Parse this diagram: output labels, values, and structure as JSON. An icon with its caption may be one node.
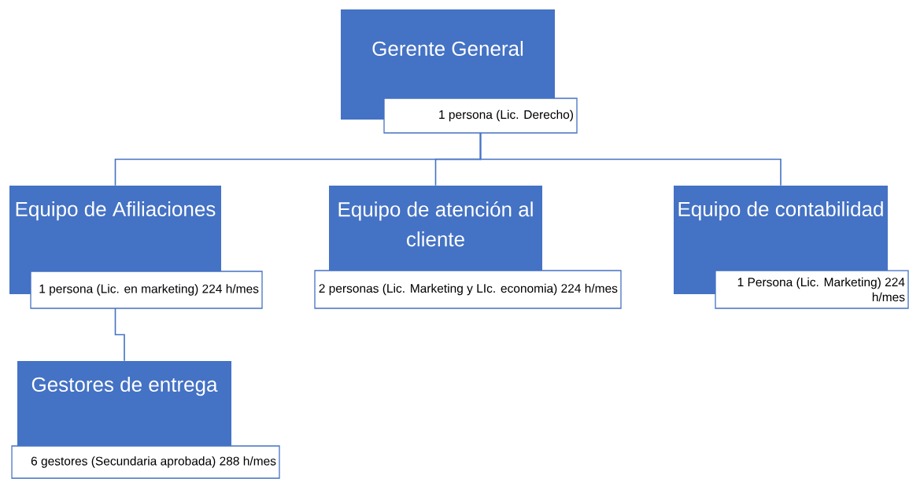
{
  "diagram": {
    "nodes": [
      {
        "text": [
          "Gerente General"
        ]
      },
      {
        "text": [
          "1 persona (Lic. Derecho)"
        ]
      },
      {
        "text": [
          "Equipo de Afiliaciones"
        ]
      },
      {
        "text": [
          "1 persona (Lic. en marketing) 224 h/mes"
        ]
      },
      {
        "text": [
          "Equipo de atención al cliente"
        ]
      },
      {
        "text": [
          "2 personas (Lic. Marketing y LIc. economia) 224 h/mes"
        ]
      },
      {
        "text": [
          "Equipo de contabilidad"
        ]
      },
      {
        "text": [
          "1 Persona (Lic. Marketing) 224 h/mes"
        ]
      },
      {
        "text": [
          "Gestores de entrega"
        ]
      },
      {
        "text": [
          "6 gestores (Secundaria aprobada) 288 h/mes"
        ]
      }
    ],
    "edges": [
      {
        "from": 1,
        "to": 2,
        "arrow": "none"
      },
      {
        "from": 1,
        "to": 4,
        "arrow": "none"
      },
      {
        "from": 1,
        "to": 6,
        "arrow": "none"
      },
      {
        "from": 3,
        "to": 8,
        "arrow": "none"
      }
    ]
  }
}
